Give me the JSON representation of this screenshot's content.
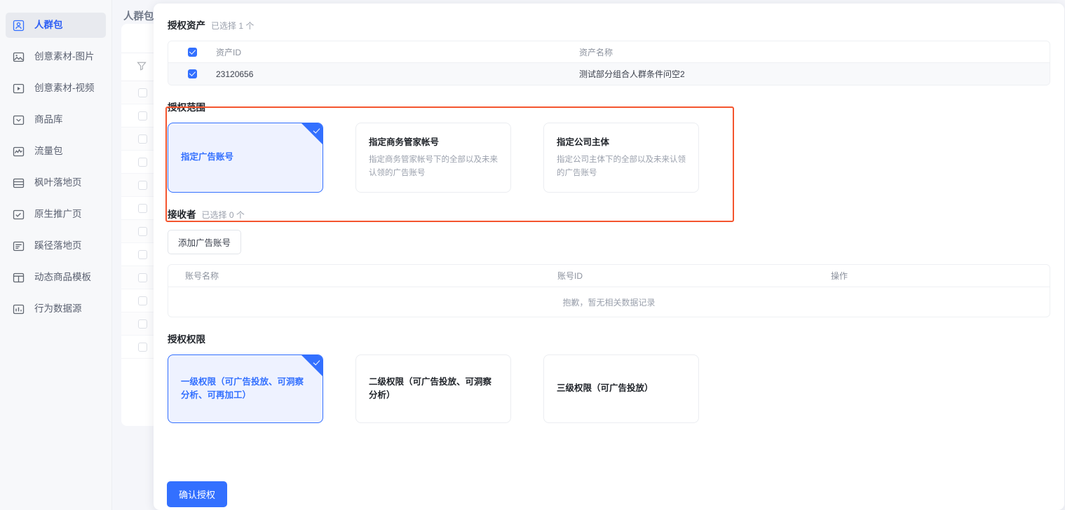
{
  "sidebar": {
    "items": [
      {
        "label": "人群包",
        "icon": "user-circle-icon",
        "active": true
      },
      {
        "label": "创意素材-图片",
        "icon": "image-icon",
        "active": false
      },
      {
        "label": "创意素材-视频",
        "icon": "video-play-icon",
        "active": false
      },
      {
        "label": "商品库",
        "icon": "box-chevron-icon",
        "active": false
      },
      {
        "label": "流量包",
        "icon": "chart-wave-icon",
        "active": false
      },
      {
        "label": "枫叶落地页",
        "icon": "rows-icon",
        "active": false
      },
      {
        "label": "原生推广页",
        "icon": "check-square-icon",
        "active": false
      },
      {
        "label": "蹊径落地页",
        "icon": "document-lines-icon",
        "active": false
      },
      {
        "label": "动态商品模板",
        "icon": "layout-top-icon",
        "active": false
      },
      {
        "label": "行为数据源",
        "icon": "bar-chart-icon",
        "active": false
      }
    ]
  },
  "background": {
    "page_title": "人群包",
    "filter_icon": "filter-icon",
    "row_count": 12
  },
  "modal": {
    "asset_section": {
      "title": "授权资产",
      "subtitle": "已选择 1 个",
      "columns": [
        "资产ID",
        "资产名称"
      ],
      "rows": [
        {
          "id": "23120656",
          "name": "测试部分组合人群条件问空2",
          "checked": true
        }
      ],
      "header_checked": true
    },
    "scope_section": {
      "title": "授权范围",
      "highlighted": true,
      "highlight_color": "#f4552e",
      "options": [
        {
          "title": "指定广告账号",
          "desc": "",
          "selected": true
        },
        {
          "title": "指定商务管家帐号",
          "desc": "指定商务管家帐号下的全部以及未来认领的广告账号",
          "selected": false
        },
        {
          "title": "指定公司主体",
          "desc": "指定公司主体下的全部以及未来认领的广告账号",
          "selected": false
        }
      ]
    },
    "recipient_section": {
      "title": "接收者",
      "subtitle": "已选择 0 个",
      "add_button": "添加广告账号",
      "columns": [
        "账号名称",
        "账号ID",
        "操作"
      ],
      "empty_text": "抱歉，暂无相关数据记录"
    },
    "permission_section": {
      "title": "授权权限",
      "options": [
        {
          "title": "一级权限（可广告投放、可洞察分析、可再加工）",
          "selected": true
        },
        {
          "title": "二级权限（可广告投放、可洞察分析）",
          "selected": false
        },
        {
          "title": "三级权限（可广告投放）",
          "selected": false
        }
      ]
    },
    "confirm_button": "确认授权"
  },
  "colors": {
    "accent": "#3370ff",
    "highlight": "#f4552e",
    "card_selected_bg": "#eef2ff"
  }
}
